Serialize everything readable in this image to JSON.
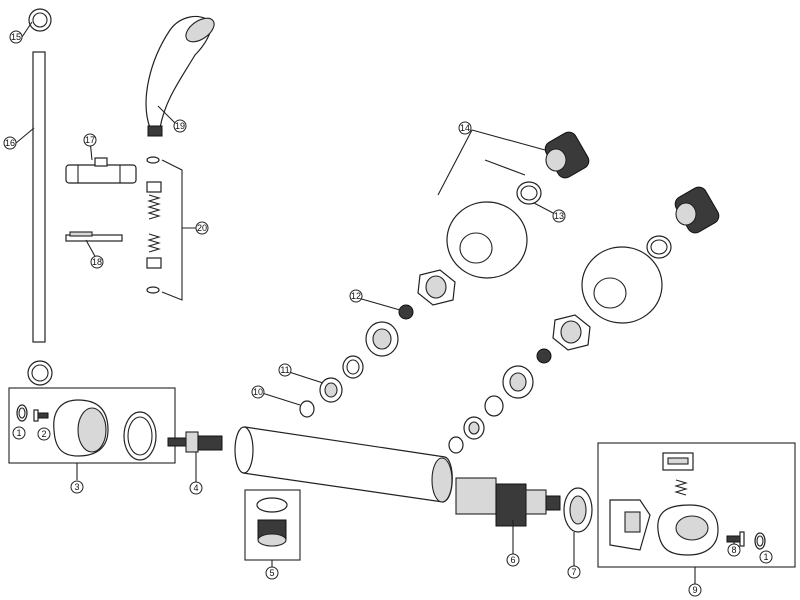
{
  "diagram": {
    "part_numbers": {
      "p1_left": "1",
      "p2": "2",
      "p3": "3",
      "p4": "4",
      "p5": "5",
      "p6": "6",
      "p7": "7",
      "p8": "8",
      "p9": "9",
      "p1_right": "1",
      "p10": "10",
      "p11": "11",
      "p12": "12",
      "p13": "13",
      "p14": "14",
      "p15": "15",
      "p16": "16",
      "p17": "17",
      "p18": "18",
      "p19": "19",
      "p20": "20"
    }
  }
}
